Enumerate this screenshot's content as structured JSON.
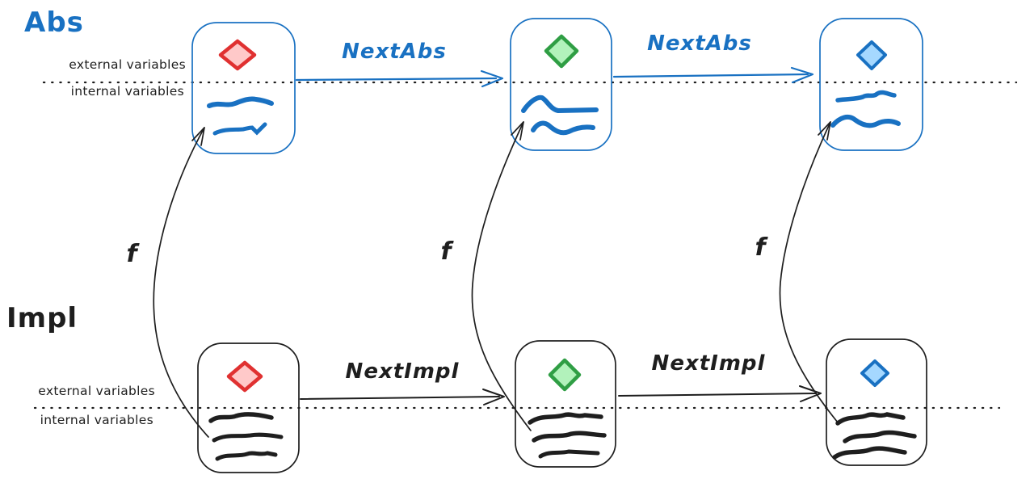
{
  "diagram": {
    "labels": {
      "abs_title": "Abs",
      "impl_title": "Impl",
      "abs_transition": "NextAbs",
      "impl_transition": "NextImpl",
      "refinement": "f",
      "external_variables": "external variables",
      "internal_variables": "internal variables"
    },
    "colors": {
      "background": "#ffffff",
      "abs_stroke": "#1971c2",
      "impl_stroke": "#1e1e1e",
      "red_diamond_stroke": "#e03131",
      "red_diamond_fill": "#ffc9c9",
      "green_diamond_stroke": "#2f9e44",
      "green_diamond_fill": "#b2f2bb",
      "blue_diamond_stroke": "#1971c2",
      "blue_diamond_fill": "#a5d8ff"
    },
    "structure": {
      "abs_states": [
        "red-diamond",
        "green-diamond",
        "blue-diamond"
      ],
      "impl_states": [
        "red-diamond",
        "green-diamond",
        "blue-diamond"
      ],
      "abs_transition_count": 2,
      "impl_transition_count": 2,
      "refinement_arrow_count": 3
    }
  }
}
